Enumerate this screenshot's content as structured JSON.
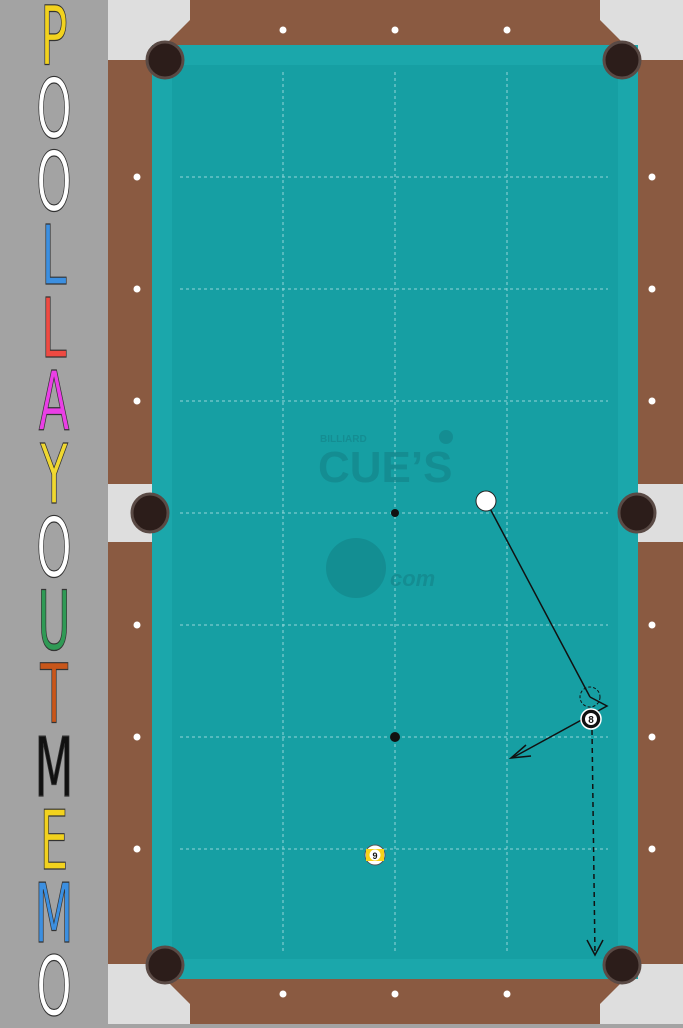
{
  "side_title": {
    "letters": [
      {
        "ch": "P",
        "color": "#f2d21e"
      },
      {
        "ch": "O",
        "color": "#ffffff"
      },
      {
        "ch": "O",
        "color": "#ffffff"
      },
      {
        "ch": "L",
        "color": "#3c8fe0"
      },
      {
        "ch": "L",
        "color": "#ee4a42"
      },
      {
        "ch": "A",
        "color": "#ea3fe6"
      },
      {
        "ch": "Y",
        "color": "#f0d830"
      },
      {
        "ch": "O",
        "color": "#ffffff"
      },
      {
        "ch": "U",
        "color": "#2f9a55"
      },
      {
        "ch": "T",
        "color": "#c8561a"
      },
      {
        "ch": "M",
        "color": "#111111"
      },
      {
        "ch": "E",
        "color": "#f2d21e"
      },
      {
        "ch": "M",
        "color": "#3c8fe0"
      },
      {
        "ch": "O",
        "color": "#ffffff"
      }
    ]
  },
  "logo": {
    "small_text": "BILLIARD",
    "main_text": "CUE’S",
    "domain_text": "com"
  },
  "balls": {
    "cue": {
      "label": "",
      "color": "#ffffff"
    },
    "eight": {
      "label": "8",
      "color": "#111111"
    },
    "nine": {
      "label": "9",
      "color": "#f7d21a"
    }
  },
  "colors": {
    "felt": "#169fa3",
    "cushion": "#1ba7ab",
    "rail_wood": "#8a5a41",
    "corner_plastic": "#dedede",
    "pocket": "#2c1d1a",
    "background": "#a3a3a3"
  }
}
